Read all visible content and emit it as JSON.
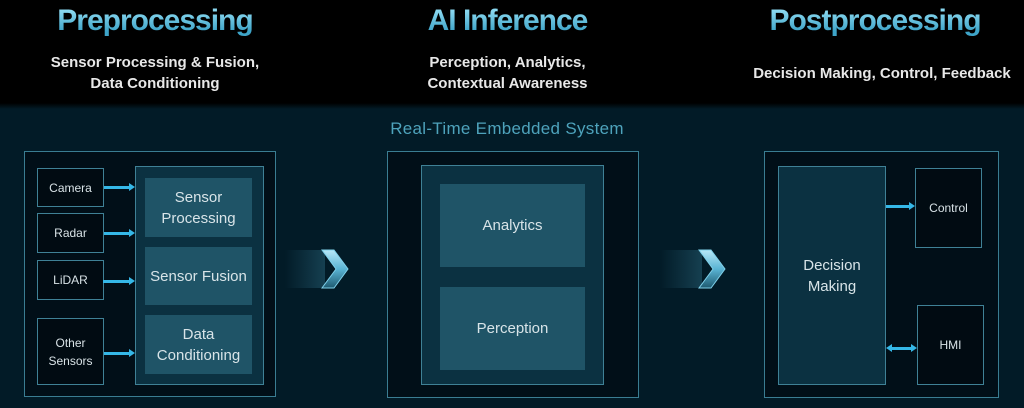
{
  "stages": [
    {
      "title": "Preprocessing",
      "subtitle_lines": [
        "Sensor Processing & Fusion,",
        "Data Conditioning"
      ]
    },
    {
      "title": "AI Inference",
      "subtitle_lines": [
        "Perception, Analytics,",
        "Contextual Awareness"
      ]
    },
    {
      "title": "Postprocessing",
      "subtitle_lines": [
        "Decision Making, Control, Feedback"
      ]
    }
  ],
  "system_title": "Real-Time Embedded System",
  "preprocessing": {
    "sensors": [
      {
        "label": "Camera"
      },
      {
        "label": "Radar"
      },
      {
        "label": "LiDAR"
      },
      {
        "label": "Other Sensors",
        "lines": [
          "Other",
          "Sensors"
        ]
      }
    ],
    "blocks": [
      {
        "lines": [
          "Sensor",
          "Processing"
        ]
      },
      {
        "lines": [
          "Sensor Fusion"
        ]
      },
      {
        "lines": [
          "Data",
          "Conditioning"
        ]
      }
    ]
  },
  "inference": {
    "blocks": [
      {
        "label": "Analytics"
      },
      {
        "label": "Perception"
      }
    ]
  },
  "postprocessing": {
    "decision": {
      "lines": [
        "Decision",
        "Making"
      ]
    },
    "outputs": [
      {
        "label": "Control",
        "arrow": "one-way"
      },
      {
        "label": "HMI",
        "arrow": "two-way"
      }
    ]
  },
  "colors": {
    "header_bg": "#000000",
    "body_bg": "#021b27",
    "title_accent": "#5cc0e0",
    "system_title": "#4ea3bc",
    "panel_border": "#3a7d92",
    "block_fill": "#1f5467",
    "inner_fill": "#0b3141",
    "arrow": "#35b8e8"
  }
}
